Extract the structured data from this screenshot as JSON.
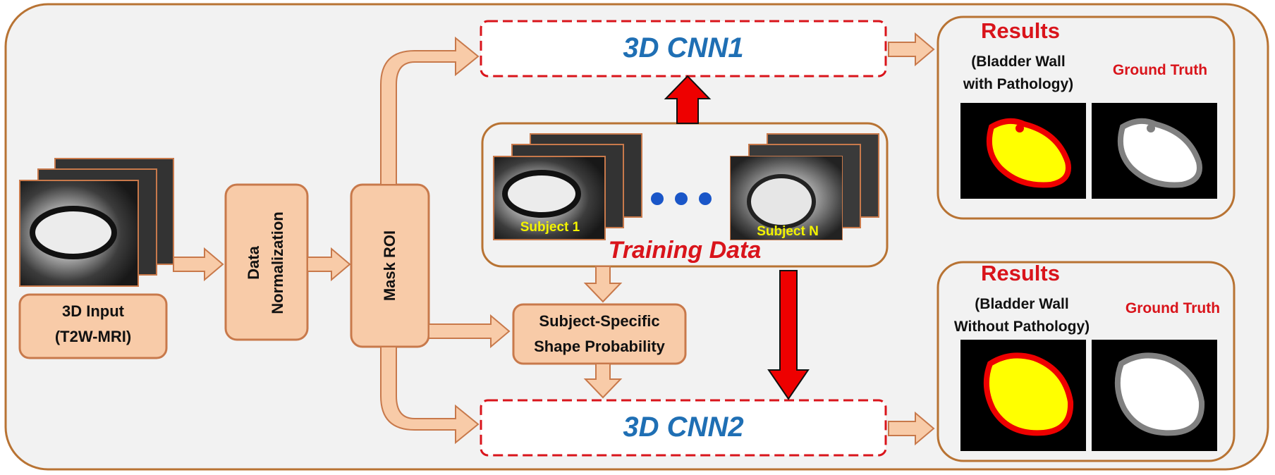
{
  "input": {
    "line1": "3D Input",
    "line2": "(T2W-MRI)"
  },
  "normalization": {
    "line1": "Data",
    "line2": "Normalization"
  },
  "mask_roi": {
    "label": "Mask ROI"
  },
  "cnn1": {
    "label": "3D CNN1"
  },
  "cnn2": {
    "label": "3D CNN2"
  },
  "training": {
    "label": "Training Data",
    "subject1": "Subject 1",
    "subjectN": "Subject N"
  },
  "shape_prob": {
    "line1": "Subject-Specific",
    "line2": "Shape Probability"
  },
  "results_top": {
    "title": "Results",
    "sub1": "(Bladder Wall",
    "sub2": "with Pathology)",
    "gt": "Ground  Truth"
  },
  "results_bottom": {
    "title": "Results",
    "sub1": "(Bladder Wall",
    "sub2": "Without Pathology)",
    "gt": "Ground  Truth"
  },
  "colors": {
    "frame": "#b87333",
    "node_fill": "#f8cba8",
    "node_stroke": "#c8794b",
    "arrow_fill": "#f8cba8",
    "red_arrow": "#ee0000",
    "cnn_border": "#d9141b"
  }
}
